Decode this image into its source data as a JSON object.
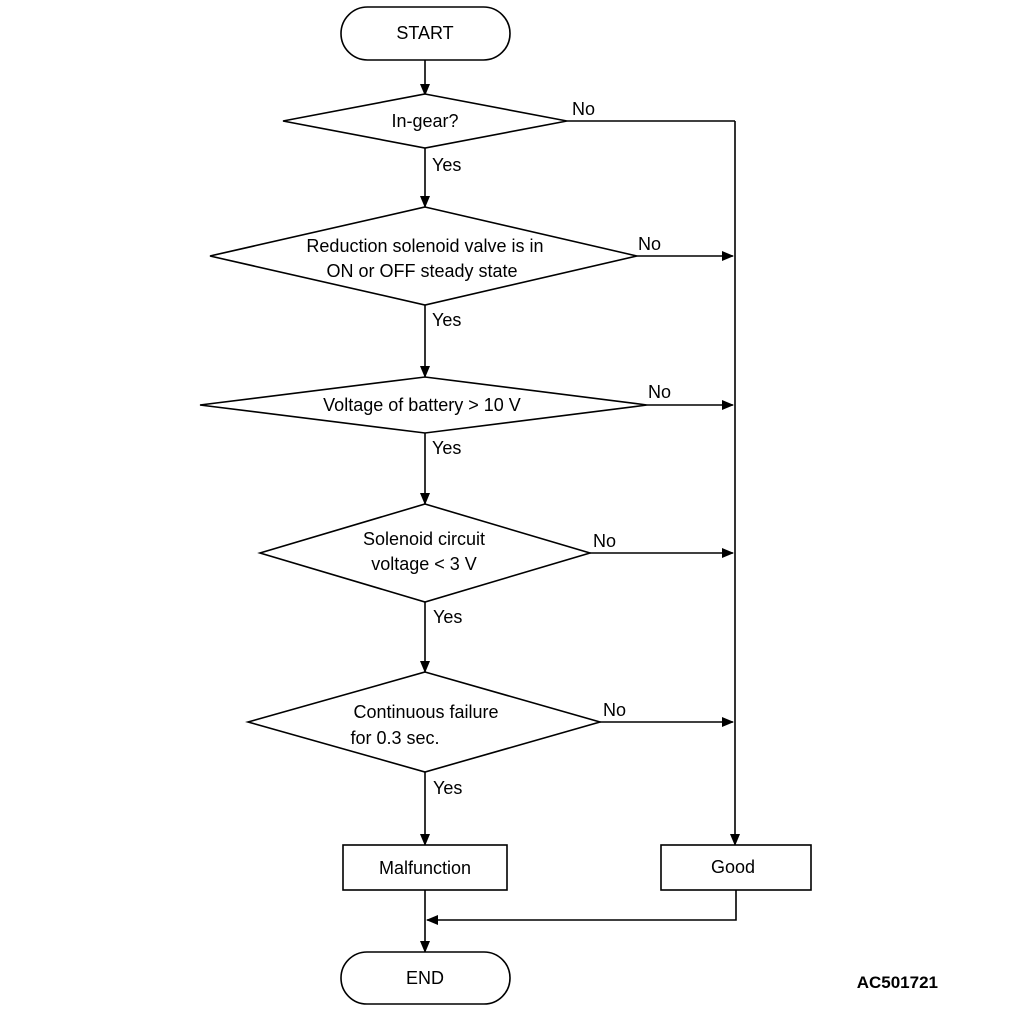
{
  "nodes": {
    "start": "START",
    "in_gear": "In-gear?",
    "reduction_line1": "Reduction solenoid valve is in",
    "reduction_line2": "ON or OFF steady state",
    "battery": "Voltage of battery > 10 V",
    "solenoid_line1": "Solenoid circuit",
    "solenoid_line2": "voltage < 3 V",
    "continuous_line1": "Continuous failure",
    "continuous_line2": "for 0.3 sec.",
    "malfunction": "Malfunction",
    "good": "Good",
    "end": "END"
  },
  "labels": {
    "yes": "Yes",
    "no": "No"
  },
  "figure_code": "AC501721"
}
